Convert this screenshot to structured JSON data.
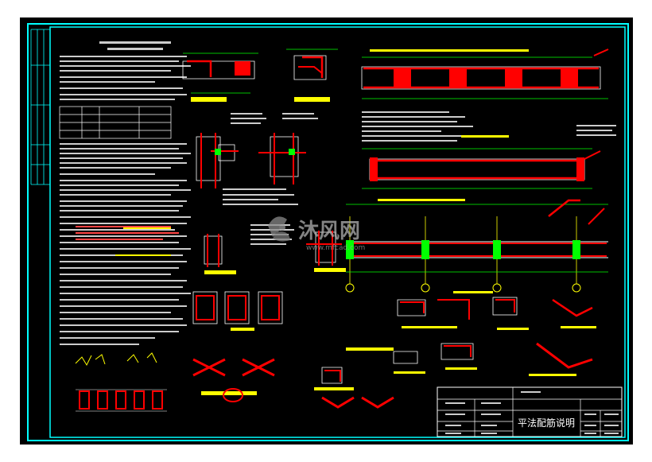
{
  "watermark": {
    "brand_text": "沐风网",
    "url_text": "www.mfcad.com"
  },
  "title_block": {
    "drawing_title": "平法配筋说明"
  },
  "colors": {
    "background": "#000000",
    "frame": "#00ffff",
    "rebar": "#ff0000",
    "line_white": "#ffffff",
    "line_green": "#00ff00",
    "line_yellow": "#ffff00",
    "line_magenta": "#ff00ff",
    "watermark": "#aaaaaa"
  }
}
